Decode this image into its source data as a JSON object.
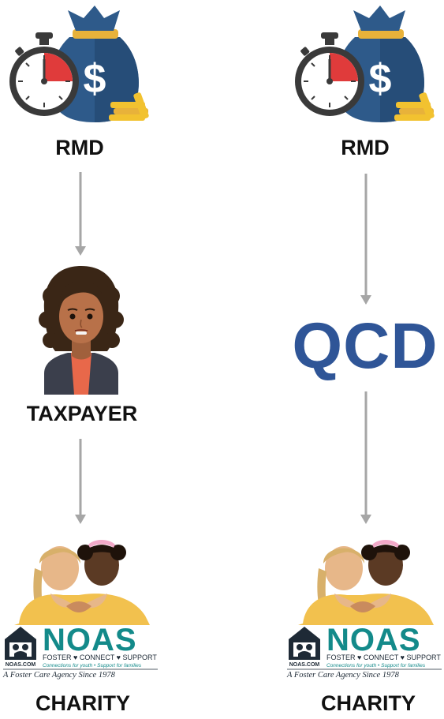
{
  "left_column": {
    "rmd_label": "RMD",
    "taxpayer_label": "TAXPAYER",
    "charity_label": "CHARITY"
  },
  "right_column": {
    "rmd_label": "RMD",
    "qcd_label": "QCD",
    "charity_label": "CHARITY"
  },
  "charity_logo": {
    "brand": "NOAS",
    "site": "NOAS.COM",
    "tagline": "FOSTER ♥ CONNECT ♥ SUPPORT",
    "subtagline": "Connections for youth • Support for families",
    "footer": "A Foster Care Agency Since 1978"
  },
  "colors": {
    "qcd": "#2f5597",
    "arrow": "#a6a6a6",
    "brand_teal": "#138a8a"
  }
}
